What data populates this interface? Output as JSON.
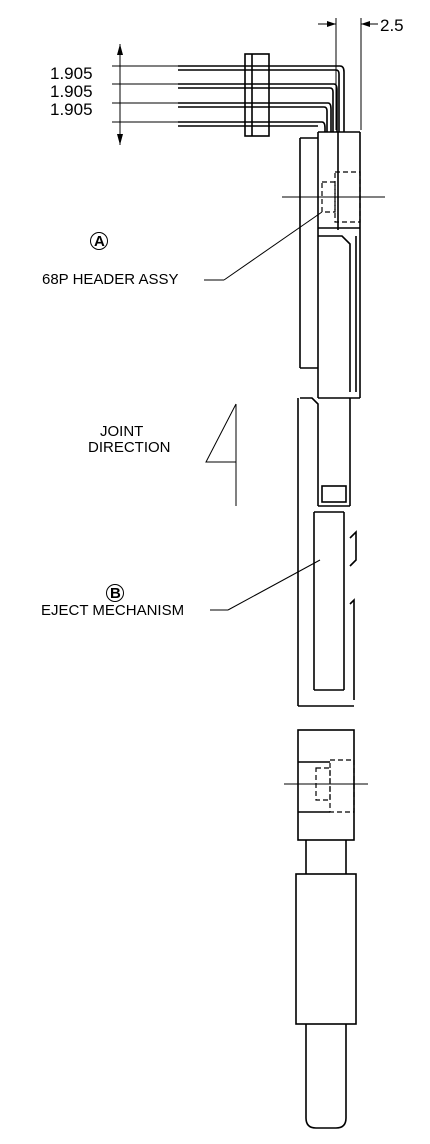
{
  "dimensions": {
    "pitch_1": "1.905",
    "pitch_2": "1.905",
    "pitch_3": "1.905",
    "offset": "2.5"
  },
  "labels": {
    "part_a_marker": "A",
    "part_a_name": "68P HEADER ASSY",
    "joint_direction_line1": "JOINT",
    "joint_direction_line2": "DIRECTION",
    "part_b_marker": "B",
    "part_b_name": "EJECT MECHANISM"
  }
}
